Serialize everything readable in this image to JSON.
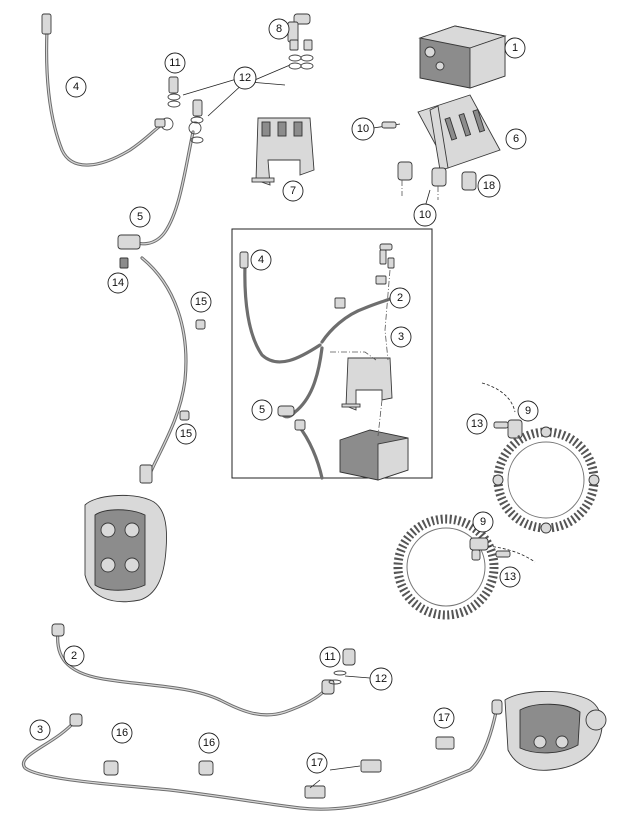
{
  "callouts": {
    "c1": "1",
    "c2a": "2",
    "c2b": "2",
    "c3a": "3",
    "c3b": "3",
    "c4a": "4",
    "c4b": "4",
    "c5a": "5",
    "c5b": "5",
    "c6": "6",
    "c7": "7",
    "c8": "8",
    "c9a": "9",
    "c9b": "9",
    "c10a": "10",
    "c10b": "10",
    "c11a": "11",
    "c11b": "11",
    "c12a": "12",
    "c12b": "12",
    "c13a": "13",
    "c13b": "13",
    "c14": "14",
    "c15a": "15",
    "c15b": "15",
    "c16a": "16",
    "c16b": "16",
    "c17a": "17",
    "c17b": "17",
    "c18": "18"
  },
  "colors": {
    "background": "#ffffff",
    "line": "#222222",
    "hose": "#6e6e6e",
    "part_fill": "#d9d9d9"
  }
}
